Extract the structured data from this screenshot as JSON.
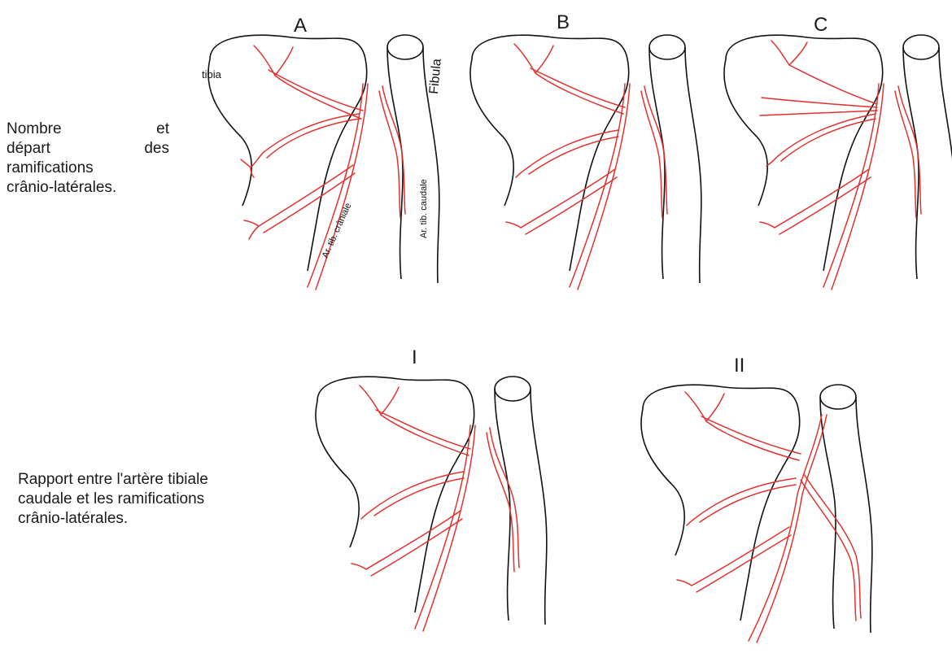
{
  "captions": {
    "number_and_origin": [
      "Nombre",
      "et",
      "départ",
      "des",
      "ramifications",
      "crânio-latérales."
    ],
    "relation": [
      "Rapport entre l'artère tibiale",
      "caudale et les ramifications",
      "crânio-latérales."
    ]
  },
  "panel_labels": {
    "a": "A",
    "b": "B",
    "c": "C",
    "i": "I",
    "ii": "II"
  },
  "annotations": {
    "tibia": "tibia",
    "fibula": "Fibula",
    "cranial": "Ar. tib. crâniale",
    "caudal": "Ar. tib. caudale"
  },
  "colors": {
    "bone_outline": "#111111",
    "artery": "#e0322f",
    "text": "#1a1a1a"
  }
}
